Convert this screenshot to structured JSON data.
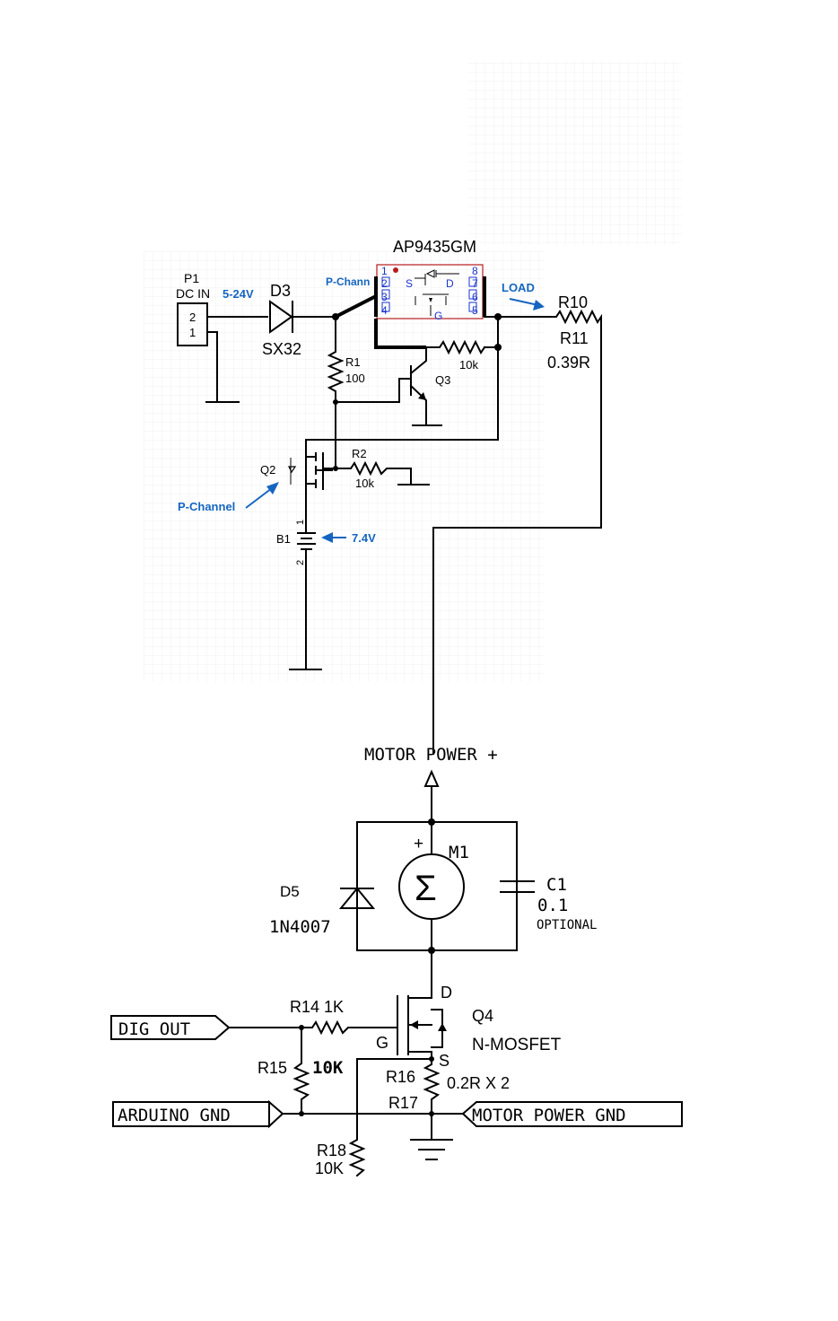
{
  "upper": {
    "p1": {
      "ref": "P1",
      "name": "DC IN",
      "pins": [
        "2",
        "1"
      ]
    },
    "dc_in_voltage": "5-24V",
    "d3": {
      "ref": "D3",
      "value": "SX32"
    },
    "ic": {
      "name": "AP9435GM",
      "pins_left": [
        "1",
        "2",
        "3",
        "4"
      ],
      "pins_right": [
        "8",
        "7",
        "6",
        "5"
      ],
      "s": "S",
      "d": "D",
      "g": "G"
    },
    "pchannel_top": "P-Chann",
    "load_label": "LOAD",
    "r10": "R10",
    "r11": "R11",
    "r11_value": "0.39R",
    "r1": {
      "ref": "R1",
      "value": "100"
    },
    "q3": "Q3",
    "r_10k": "10k",
    "q2": "Q2",
    "r2": {
      "ref": "R2",
      "value": "10k"
    },
    "pchannel_q2": "P-Channel",
    "b1": {
      "ref": "B1",
      "pin1": "1",
      "pin2": "2",
      "voltage": "7.4V"
    }
  },
  "lower": {
    "motor_power": "MOTOR POWER +",
    "m1": "M1",
    "m1_plus": "+",
    "d5": {
      "ref": "D5",
      "value": "1N4007"
    },
    "c1": {
      "ref": "C1",
      "value": "0.1",
      "note": "OPTIONAL"
    },
    "q4": {
      "ref": "Q4",
      "type": "N-MOSFET",
      "d": "D",
      "g": "G",
      "s": "S"
    },
    "r14": "R14  1K",
    "dig_out": "DIG OUT",
    "r15": "R15",
    "r15_value": "10K",
    "r16": "R16",
    "r16_value": "0.2R X 2",
    "r17": "R17",
    "arduino_gnd": "ARDUINO GND",
    "motor_gnd": "MOTOR POWER GND",
    "r18": "R18",
    "r18_value": "10K"
  },
  "colors": {
    "annotation": "#1565c0",
    "ic_outline": "#b71c1c",
    "pin_numbers": "#1a33cc"
  }
}
